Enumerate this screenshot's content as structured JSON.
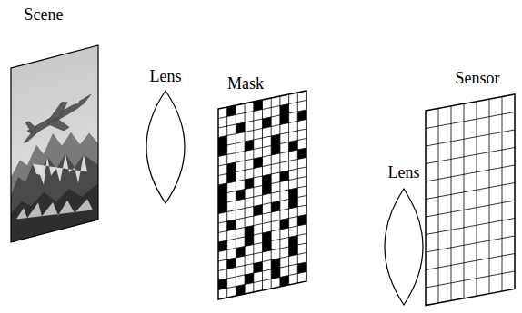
{
  "diagram": {
    "labels": [
      "Scene",
      "Lens",
      "Mask",
      "Lens",
      "Sensor"
    ]
  }
}
